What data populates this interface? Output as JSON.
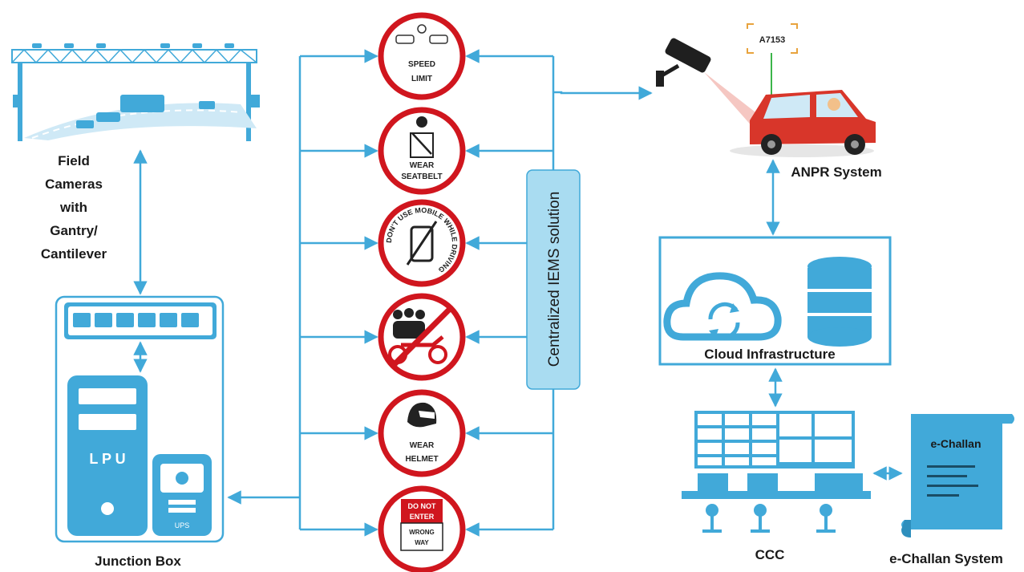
{
  "left": {
    "field_cameras_lines": [
      "Field",
      "Cameras",
      "with",
      "Gantry/",
      "Cantilever"
    ],
    "junction_box_label": "Junction Box",
    "lpu_label": "L P U",
    "ups_label": "UPS"
  },
  "signs": {
    "speed_line1": "SPEED",
    "speed_line2": "LIMIT",
    "seatbelt_line1": "WEAR",
    "seatbelt_line2": "SEATBELT",
    "mobile_text": "DON'T USE MOBILE WHILE DRIVING",
    "helmet_line1": "WEAR",
    "helmet_line2": "HELMET",
    "noentry_line1": "DO NOT",
    "noentry_line2": "ENTER",
    "noentry_line3": "WRONG",
    "noentry_line4": "WAY"
  },
  "center": {
    "iems_label": "Centralized IEMS solution"
  },
  "right": {
    "plate_text": "A7153",
    "anpr_label": "ANPR System",
    "cloud_label": "Cloud Infrastructure",
    "ccc_label": "CCC",
    "echallan_doc_title": "e-Challan",
    "echallan_label": "e-Challan System"
  },
  "colors": {
    "accent": "#41a9d9",
    "sign_red": "#d0161e",
    "iems_fill": "#a9dcf1"
  }
}
